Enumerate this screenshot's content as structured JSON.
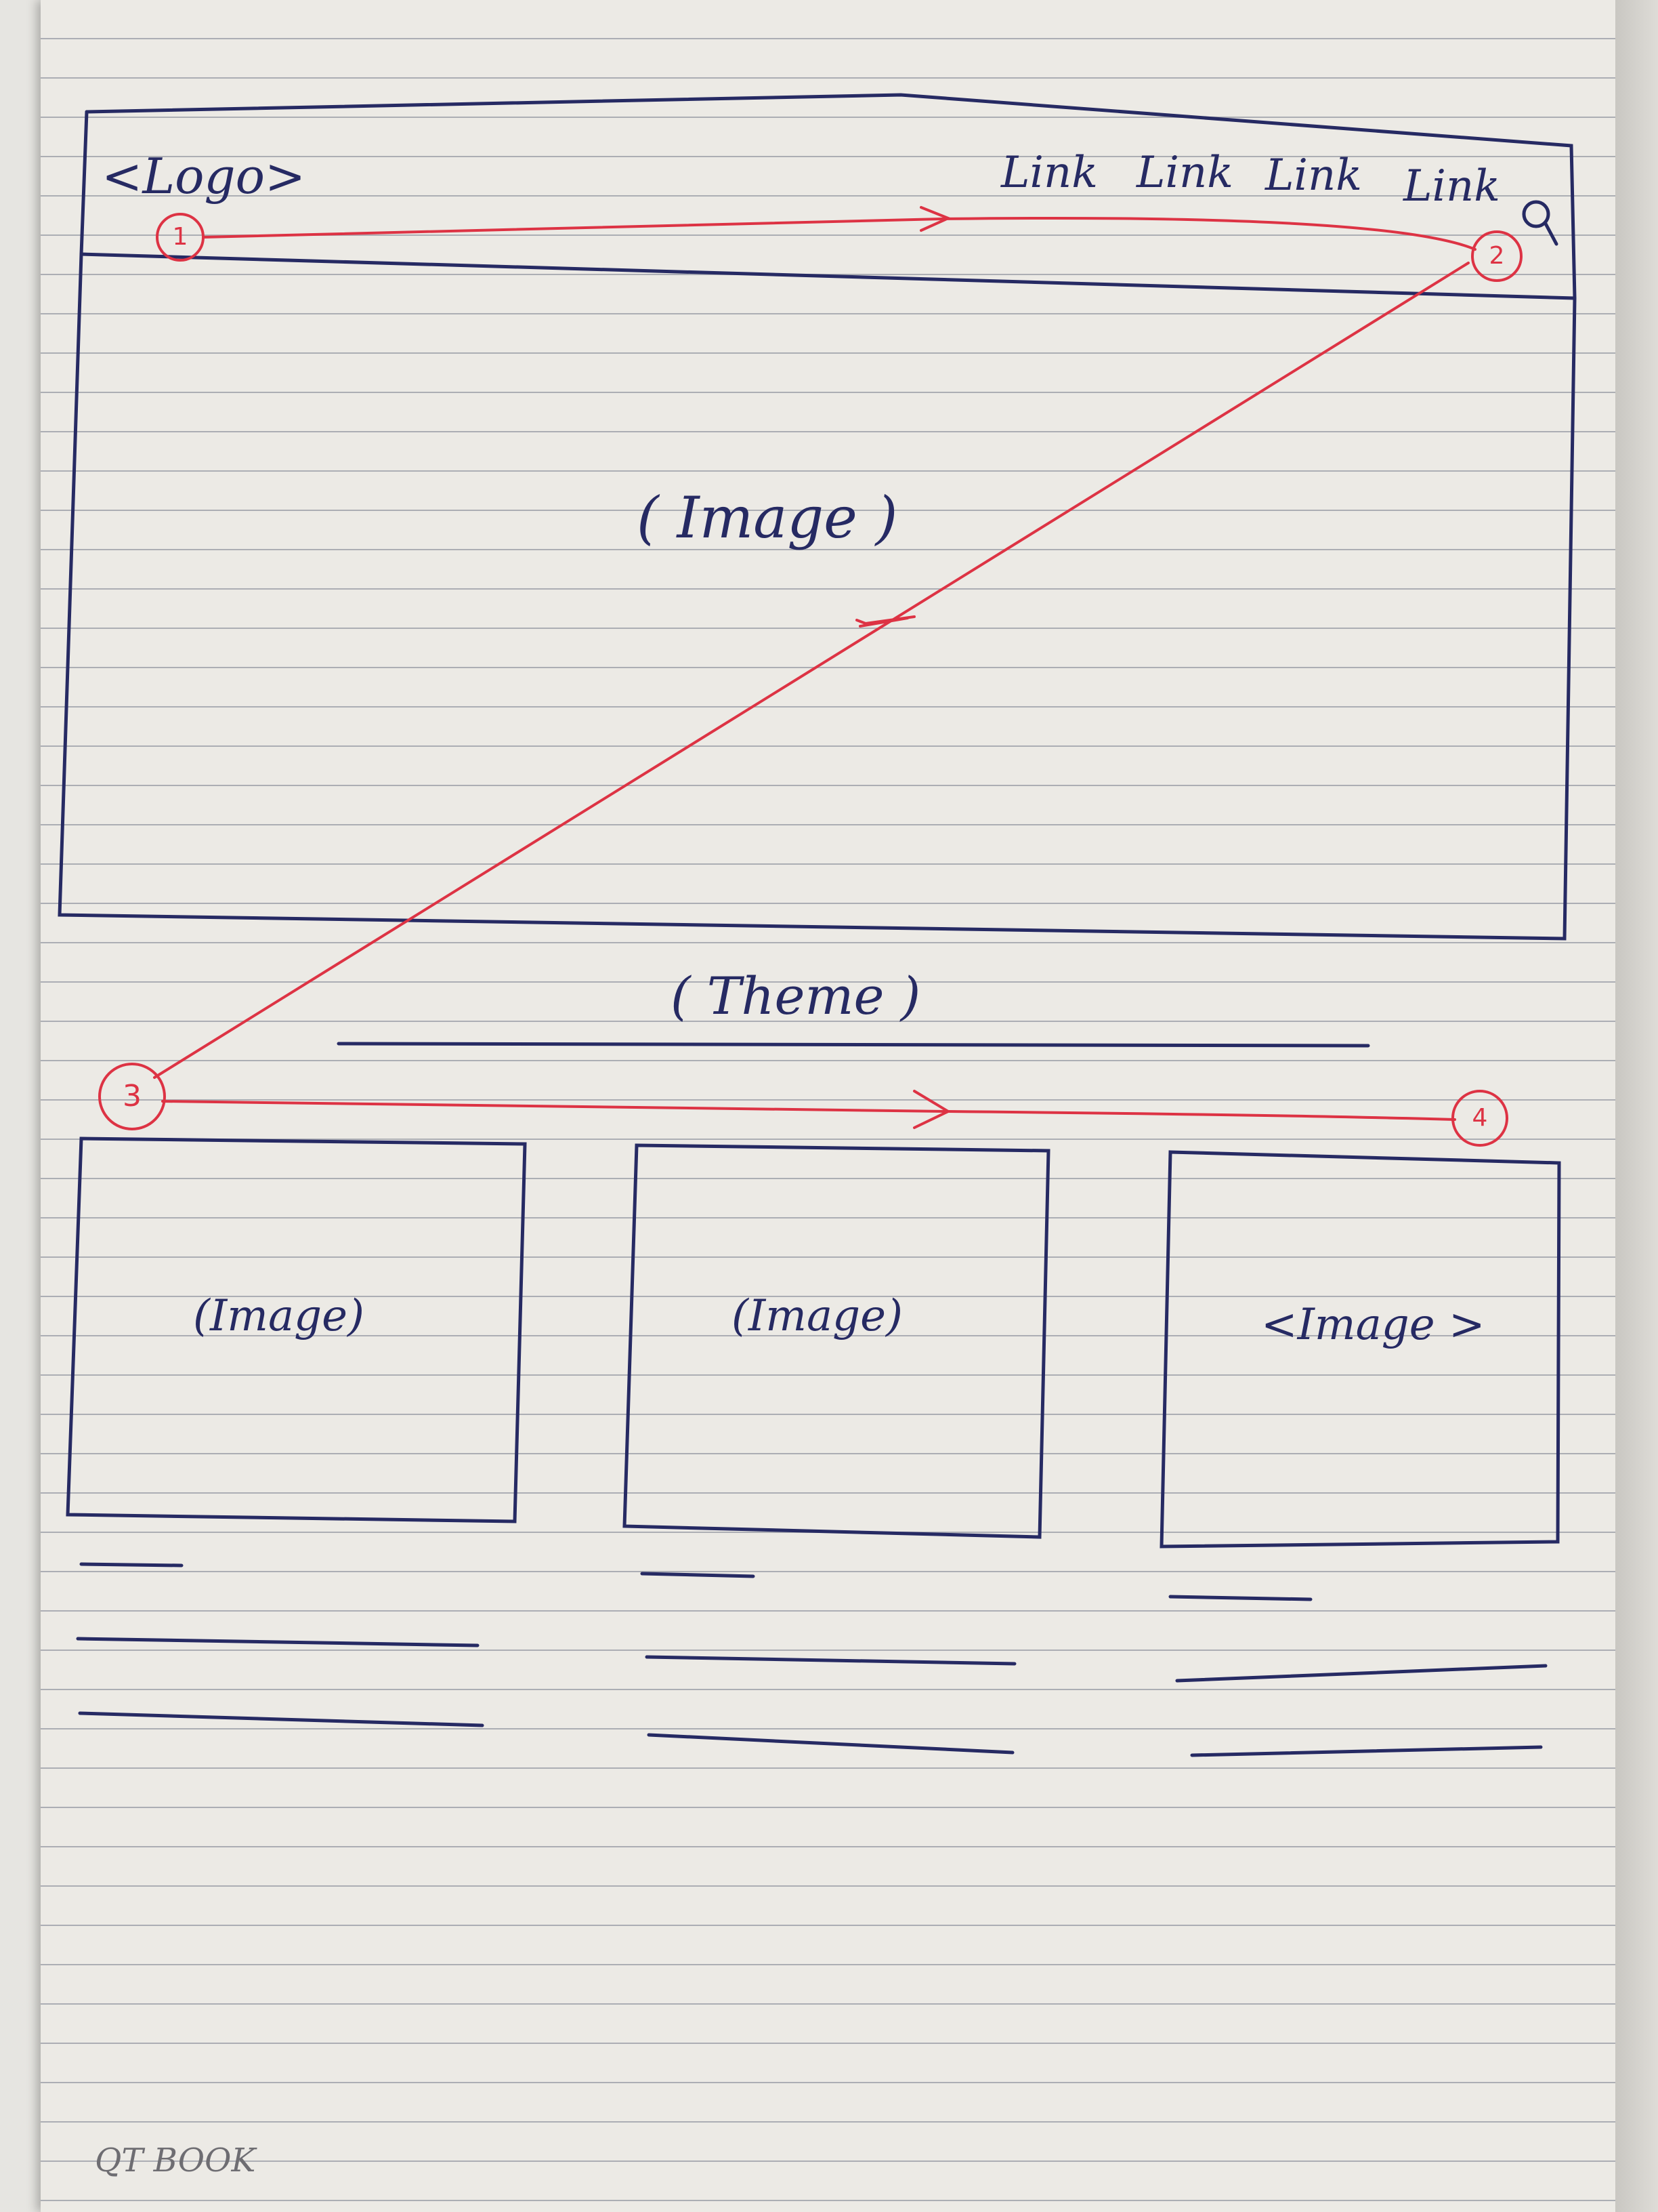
{
  "header": {
    "logo": "<Logo>",
    "nav_links": [
      "Link",
      "Link",
      "Link",
      "Link"
    ],
    "search_icon": "search-icon"
  },
  "hero": {
    "label": "( Image )"
  },
  "section": {
    "title": "( Theme )"
  },
  "cards": [
    {
      "image_label": "(Image)"
    },
    {
      "image_label": "(Image)"
    },
    {
      "image_label": "<Image >"
    }
  ],
  "flow": {
    "markers": [
      "1",
      "2",
      "3",
      "4"
    ],
    "color": "#dd3344"
  },
  "ink_color": "#262a63",
  "notebook_brand": "QT BOOK"
}
